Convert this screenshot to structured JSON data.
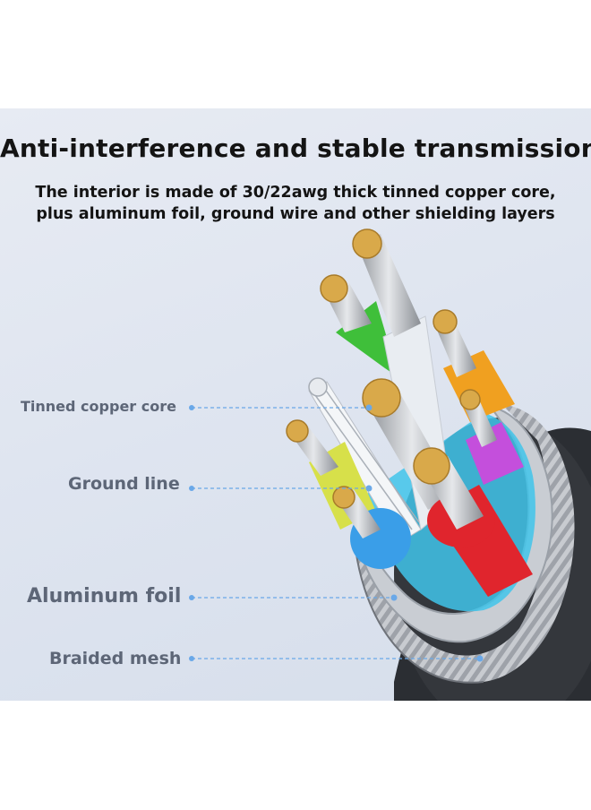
{
  "headline": "Anti-interference and stable transmission",
  "subtitle_line1": "The interior is made of 30/22awg thick tinned copper core,",
  "subtitle_line2": "plus aluminum foil, ground wire and other shielding layers",
  "labels": {
    "tinned_copper_core": "Tinned copper core",
    "ground_line": "Ground line",
    "aluminum_foil": "Aluminum foil",
    "braided_mesh": "Braided mesh"
  },
  "colors": {
    "green_wire": "#3fbf3a",
    "white_wire": "#e9edf2",
    "orange_wire": "#f0a020",
    "purple_wire": "#c44fdc",
    "yellow_wire": "#d7e04a",
    "blue_wire": "#3a9ee8",
    "red_wire": "#e0252d",
    "cyan_wire": "#41c4ea",
    "copper": "#d9a94a",
    "callout_line": "#6aa8e8"
  }
}
